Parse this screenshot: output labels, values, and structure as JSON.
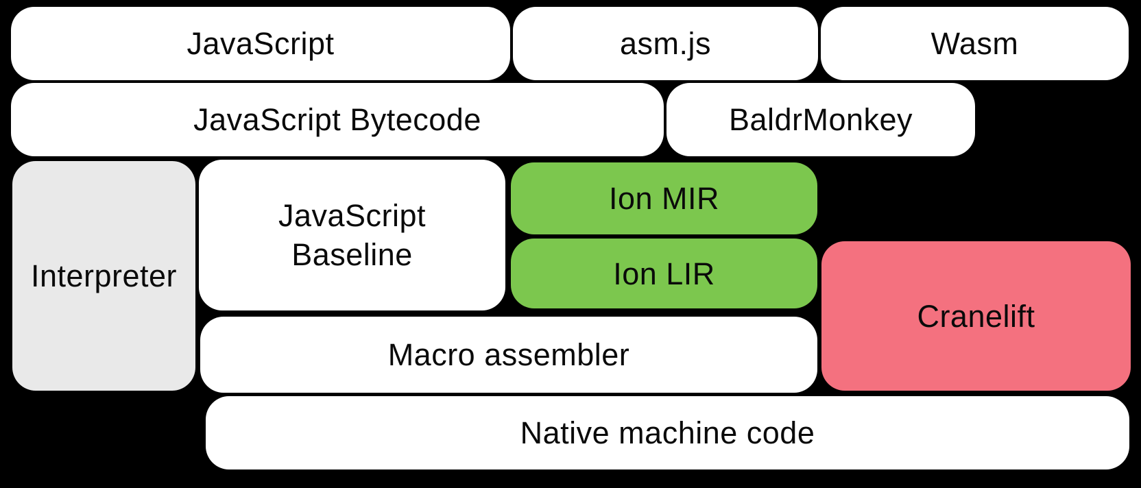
{
  "diagram": {
    "kind": "compiler-pipeline-diagram",
    "background": "#000000"
  },
  "colors": {
    "box_white": "#ffffff",
    "box_gray": "#e9e9e9",
    "box_green": "#7cc74e",
    "box_pink": "#f4717f",
    "text": "#0a0a0a"
  },
  "boxes": [
    {
      "id": "javascript",
      "label": "JavaScript"
    },
    {
      "id": "asmjs",
      "label": "asm.js"
    },
    {
      "id": "wasm",
      "label": "Wasm"
    },
    {
      "id": "javascript-bytecode",
      "label": "JavaScript Bytecode"
    },
    {
      "id": "baldrmonkey",
      "label": "BaldrMonkey"
    },
    {
      "id": "interpreter",
      "label": "Interpreter"
    },
    {
      "id": "javascript-baseline",
      "label": "JavaScript Baseline",
      "lines": [
        "JavaScript",
        "Baseline"
      ]
    },
    {
      "id": "ion-mir",
      "label": "Ion MIR"
    },
    {
      "id": "ion-lir",
      "label": "Ion LIR"
    },
    {
      "id": "cranelift",
      "label": "Cranelift"
    },
    {
      "id": "macro-assembler",
      "label": "Macro assembler"
    },
    {
      "id": "native-machine-code",
      "label": "Native machine code"
    }
  ]
}
